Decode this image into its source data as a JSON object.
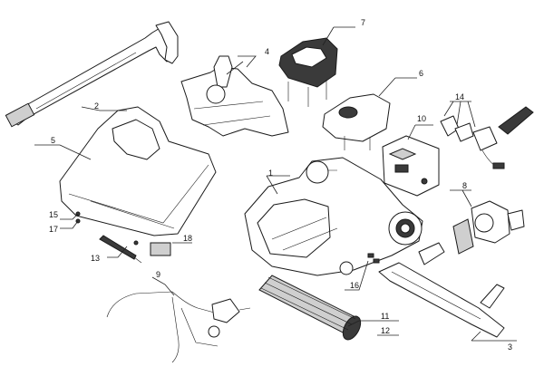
{
  "callouts": [
    "1",
    "2",
    "3",
    "4",
    "5",
    "6",
    "7",
    "8",
    "9",
    "10",
    "11",
    "12",
    "13",
    "14",
    "15",
    "16",
    "17",
    "18"
  ]
}
